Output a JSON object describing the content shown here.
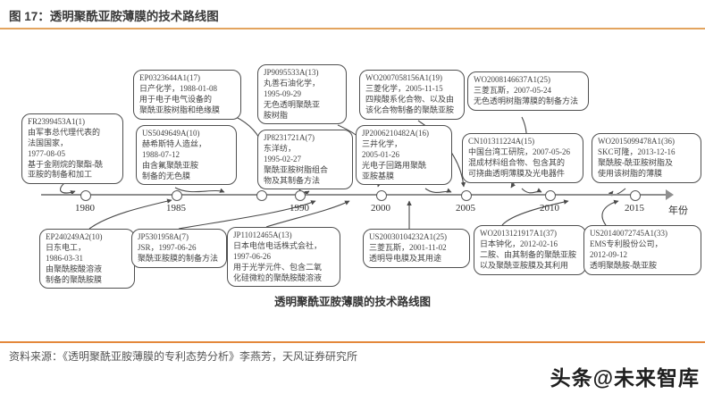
{
  "header": {
    "figure_label": "图 17：透明聚酰亚胺薄膜的技术路线图"
  },
  "diagram": {
    "caption": "透明聚酰亚胺薄膜的技术路线图",
    "axis": {
      "years": [
        "1980",
        "1985",
        "1990",
        "2000",
        "2005",
        "2010",
        "2015"
      ],
      "axis_label": "年份"
    },
    "boxes": [
      {
        "patent_id": "FR2399453A1(1)",
        "body": "由军事总代理代表的\n法国国家，\n1977-08-05\n基于金刚烷的聚酯-酰\n亚胺的制备和加工"
      },
      {
        "patent_id": "EP0323644A1(17)",
        "body": "日产化学，1988-01-08\n用于电子电气设备的\n聚酰亚胺树脂和绝缘膜"
      },
      {
        "patent_id": "US5049649A(10)",
        "body": "赫希斯特人造丝，\n1988-07-12\n由含氟聚酰亚胺\n制备的无色膜"
      },
      {
        "patent_id": "JP9095533A(13)",
        "body": "丸善石油化学，\n1995-09-29\n无色透明聚酰亚\n胺树脂"
      },
      {
        "patent_id": "JP8231721A(7)",
        "body": "东洋纺，\n1995-02-27\n聚酰亚胺树脂组合\n物及其制备方法"
      },
      {
        "patent_id": "WO2007058156A1(19)",
        "body": "三菱化学，2005-11-15\n四羧酸系化合物、以及由\n该化合物制备的聚酰亚胺"
      },
      {
        "patent_id": "JP2006210482A(16)",
        "body": "三井化学，\n2005-01-26\n光电子回路用聚酰\n亚胺基膜"
      },
      {
        "patent_id": "WO2008146637A1(25)",
        "body": "三菱瓦斯，2007-05-24\n无色透明树脂薄膜的制备方法"
      },
      {
        "patent_id": "CN101311224A(15)",
        "body": "中国台湾工研院，2007-05-26\n混成材料组合物、包含其的\n可挠曲透明薄膜及光电器件"
      },
      {
        "patent_id": "WO2015099478A1(36)",
        "body": "SKC可隆，2013-12-16\n聚酰胺-酰亚胺树脂及\n使用该树脂的薄膜"
      },
      {
        "patent_id": "EP240249A2(10)",
        "body": "日东电工，\n1986-03-31\n由聚酰胺酸溶液\n制备的聚酰胺膜"
      },
      {
        "patent_id": "JP5301958A(7)",
        "body": "JSR，1997-06-26\n聚酰亚胺膜的制备方法"
      },
      {
        "patent_id": "JP11012465A(13)",
        "body": "日本电信电话株式会社，\n1997-06-26\n用于光学元件、包含二氧\n化硅微粒的聚酰胺酸溶液"
      },
      {
        "patent_id": "US20030104232A1(25)",
        "body": "三菱瓦斯，2001-11-02\n透明导电膜及其用途"
      },
      {
        "patent_id": "WO2013121917A1(37)",
        "body": "日本钟化，2012-02-16\n二胺、由其制备的聚酰亚胺\n以及聚酰亚胺膜及其利用"
      },
      {
        "patent_id": "US20140072745A1(33)",
        "body": "EMS专利股份公司，\n2012-09-12\n透明聚酰胺-酰亚胺"
      }
    ]
  },
  "footer": {
    "source": "资料来源：《透明聚酰亚胺薄膜的专利态势分析》李燕芳，天风证券研究所",
    "watermark": "头条@未来智库"
  },
  "colors": {
    "top_rule": "#e3a45f",
    "bottom_rule": "#e4883b",
    "box_border": "#4f4f4f",
    "axis": "#8f8f8f"
  }
}
